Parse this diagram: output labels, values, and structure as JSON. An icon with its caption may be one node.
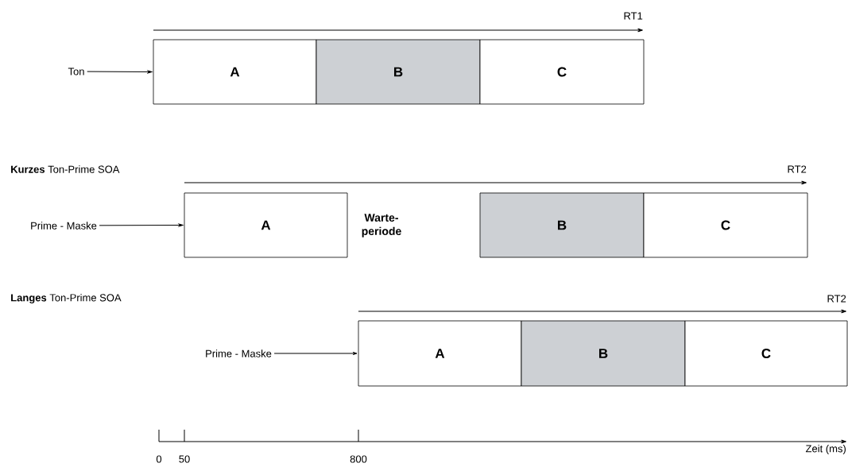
{
  "diagram": {
    "nodes": [
      {
        "text": [
          "Ton"
        ]
      },
      {
        "text": [
          "A"
        ]
      },
      {
        "text": [
          "B"
        ]
      },
      {
        "text": [
          "C"
        ]
      },
      {
        "text": [
          "Prime - Maske"
        ]
      },
      {
        "text": [
          "A"
        ]
      },
      {
        "text": [
          "B"
        ]
      },
      {
        "text": [
          "C"
        ]
      },
      {
        "text": [
          "Prime - Maske"
        ]
      },
      {
        "text": [
          "A"
        ]
      },
      {
        "text": [
          "B"
        ]
      },
      {
        "text": [
          "C"
        ]
      }
    ],
    "edges": [
      {
        "from": 0,
        "to": 1,
        "arrow": "to"
      },
      {
        "from": 4,
        "to": 5,
        "arrow": "to"
      },
      {
        "from": 8,
        "to": 9,
        "arrow": "to"
      }
    ],
    "labels": [
      "RT1",
      "**Kurzes** Ton-Prime SOA",
      "RT2",
      "Warte- periode",
      "**Langes** Ton-Prime SOA",
      "RT2",
      "Zeit (ms)",
      "0",
      "50",
      "800"
    ]
  }
}
